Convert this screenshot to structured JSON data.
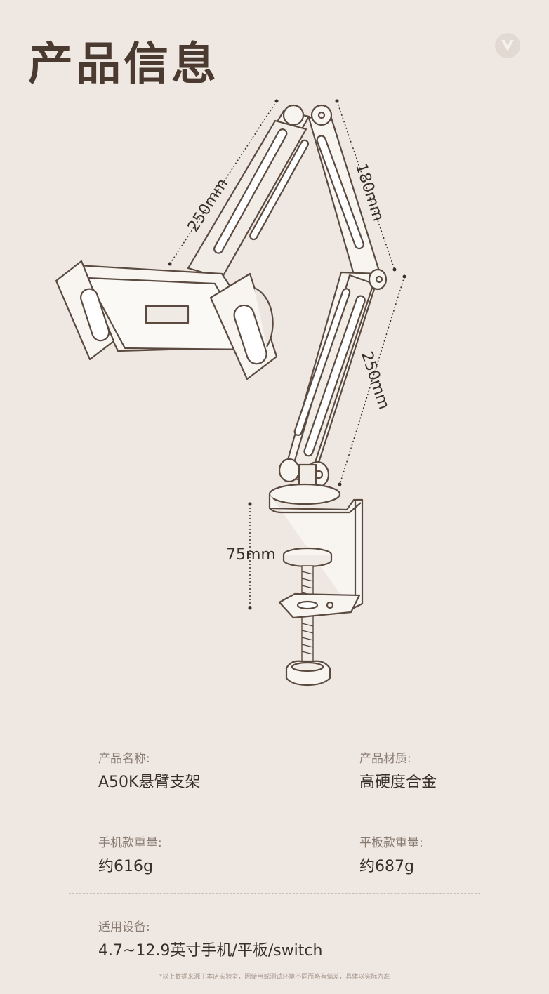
{
  "header": {
    "title": "产品信息"
  },
  "dimensions": {
    "upper_arm": "250mm",
    "short_arm": "180mm",
    "lower_arm": "250mm",
    "clamp_opening": "75mm"
  },
  "specs": [
    {
      "label": "产品名称:",
      "value": "A50K悬臂支架"
    },
    {
      "label": "产品材质:",
      "value": "高硬度合金"
    },
    {
      "label": "手机款重量:",
      "value": "约616g"
    },
    {
      "label": "平板款重量:",
      "value": "约687g"
    },
    {
      "label": "适用设备:",
      "value": "4.7~12.9英寸手机/平板/switch"
    }
  ],
  "footnote": "*以上数据来源于本店实验室，因使用或测试环境不同而略有偏差，具体以实际为准",
  "colors": {
    "background": "#efe8e2",
    "title": "#4a3a30",
    "text": "#3a2f28",
    "label": "#8a7c73",
    "line": "#5a4a40"
  }
}
